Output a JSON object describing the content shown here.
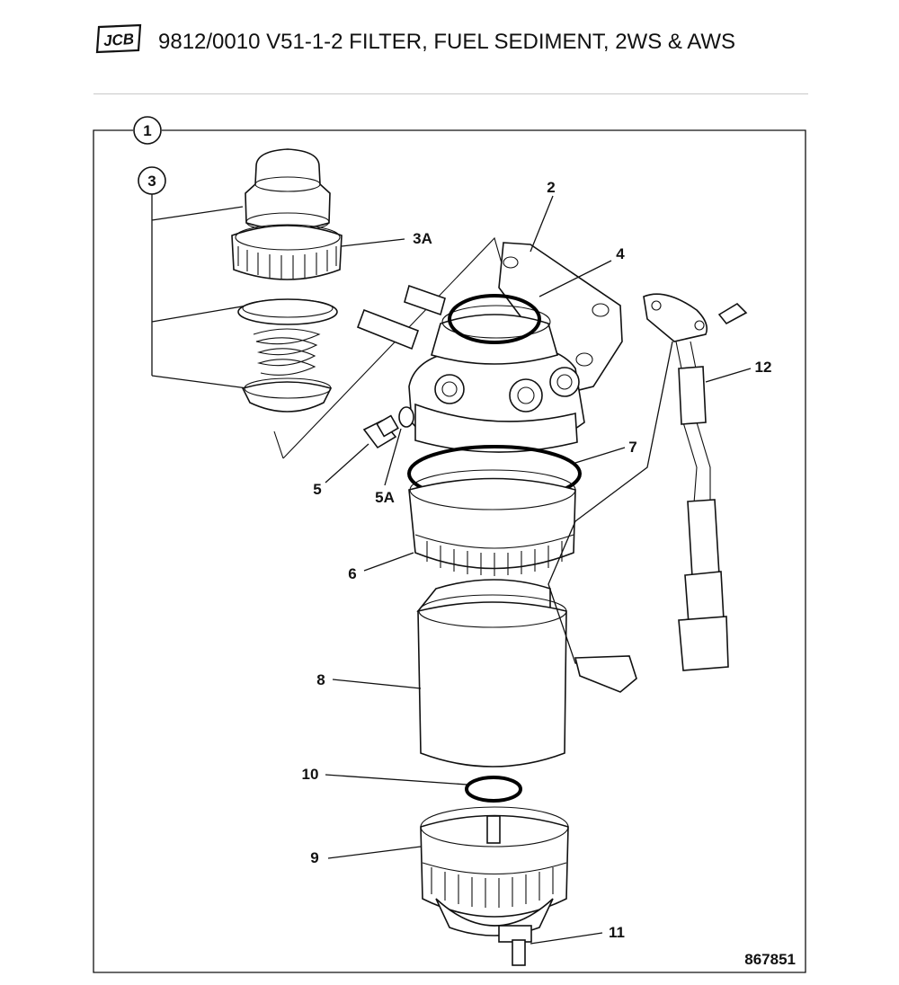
{
  "header": {
    "logo_text": "JCB",
    "title": "9812/0010 V51-1-2 FILTER, FUEL SEDIMENT, 2WS & AWS"
  },
  "diagram": {
    "figure_number": "867851",
    "callouts": {
      "c1": "1",
      "c2": "2",
      "c3": "3",
      "c3a": "3A",
      "c4": "4",
      "c5": "5",
      "c5a": "5A",
      "c6": "6",
      "c7": "7",
      "c8": "8",
      "c9": "9",
      "c10": "10",
      "c11": "11",
      "c12": "12"
    }
  }
}
